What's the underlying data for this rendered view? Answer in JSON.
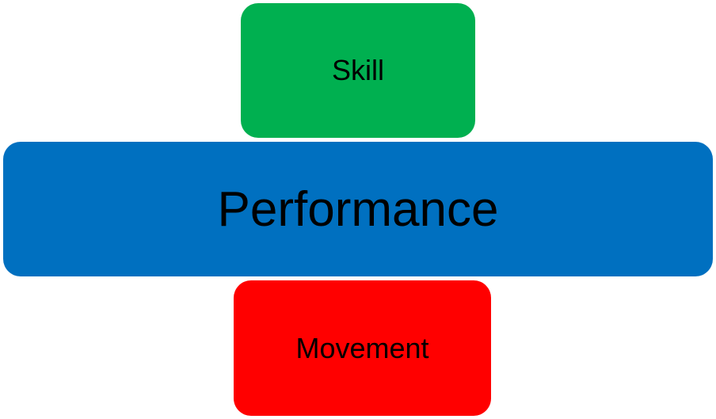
{
  "diagram": {
    "top": {
      "label": "Skill",
      "color": "#00B050"
    },
    "middle": {
      "label": "Performance",
      "color": "#0070C0"
    },
    "bottom": {
      "label": "Movement",
      "color": "#FF0000"
    }
  }
}
